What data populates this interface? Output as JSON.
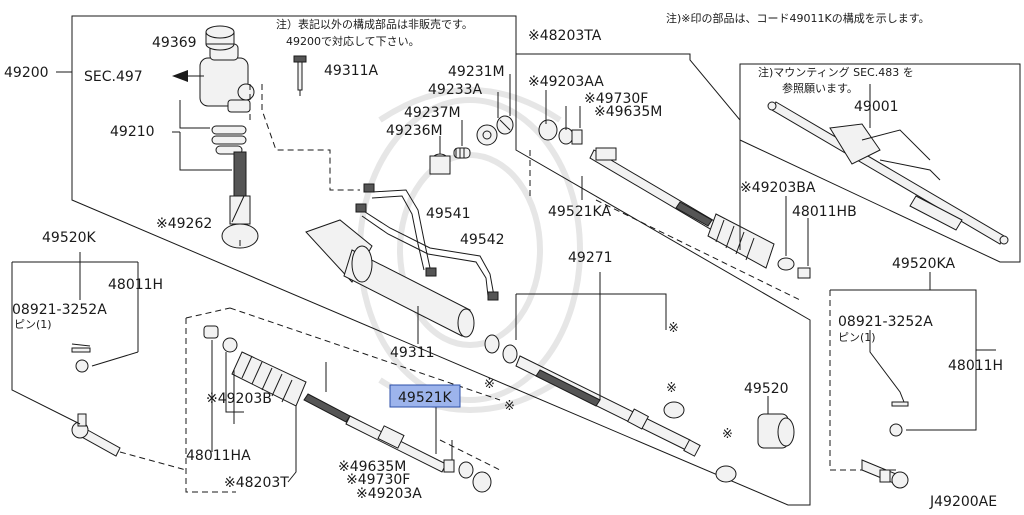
{
  "note_main": "注）表記以外の構成部品は非販売です。",
  "note_main2": "49200で対応して下さい。",
  "note_top": "注)※印の部品は、コード49011Kの構成を示します。",
  "note_mount": "注)マウンティング SEC.483 を",
  "note_mount2": "参照願います。",
  "pin_label": "ピン(1)",
  "diagram_code": "J49200AE",
  "star_mark": "※",
  "highlight_color": "#9db4ec",
  "labels": {
    "l49200": "49200",
    "l49369": "49369",
    "sec497": "SEC.497",
    "l49311A": "49311A",
    "l49210": "49210",
    "l49262": "※49262",
    "l49231M": "49231M",
    "l49233A": "49233A",
    "l49237M": "49237M",
    "l49236M": "49236M",
    "l48203TA": "※48203TA",
    "l49203AA": "※49203AA",
    "l49730F_top": "※49730F",
    "l49635M_top": "※49635M",
    "l49521KA": "49521KA",
    "l49001": "49001",
    "l49203BA": "※49203BA",
    "l48011HB": "48011HB",
    "l49541": "49541",
    "l49542": "49542",
    "l49271": "49271",
    "l49520KA": "49520KA",
    "l08921_right": "08921-3252A",
    "l48011H_right": "48011H",
    "l49520K": "49520K",
    "l48011H_left": "48011H",
    "l08921_left": "08921-3252A",
    "l49311": "49311",
    "l49203B": "※49203B",
    "l49521K": "49521K",
    "l48011HA": "48011HA",
    "l48203T": "※48203T",
    "l49635M_bot": "※49635M",
    "l49730F_bot": "※49730F",
    "l49203A": "※49203A",
    "l49520": "49520"
  }
}
